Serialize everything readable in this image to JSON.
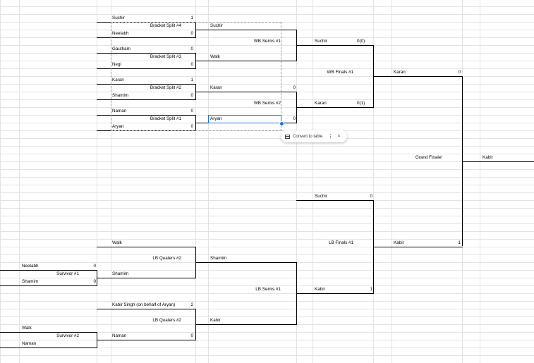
{
  "bracket": {
    "r1": {
      "p1": {
        "name": "Suchir",
        "score": "1"
      },
      "s1": "Bracket Split #4",
      "p2": {
        "name": "Neelabh",
        "score": "0"
      },
      "p3": {
        "name": "Gautham",
        "score": "0"
      },
      "s2": "Bracket Split #3",
      "p4": {
        "name": "Negi",
        "score": "0"
      },
      "p5": {
        "name": "Karan",
        "score": "1"
      },
      "s3": "Bracket Split #2",
      "p6": {
        "name": "Shamim",
        "score": "0"
      },
      "p7": {
        "name": "Naman",
        "score": "0"
      },
      "s4": "Bracket Split #1",
      "p8": {
        "name": "Aryan",
        "score": "0"
      }
    },
    "wb_semis": {
      "a": {
        "name": "Suchir"
      },
      "label1": "WB Semis #1",
      "b": {
        "name": "Walk"
      },
      "c": {
        "name": "Karan",
        "score": "0"
      },
      "label2": "WB Semis #2",
      "d": {
        "name": "Aryan",
        "score": "0"
      }
    },
    "wb_finals": {
      "a": {
        "name": "Suchir",
        "score": "0(0)"
      },
      "label": "WB Finals #1",
      "b": {
        "name": "Karan",
        "score": "0(1)"
      }
    },
    "gf_top": {
      "name": "Karan",
      "score": "0"
    },
    "grand_finale": "Grand Finale!",
    "champion": "Kabir",
    "lb_finals": {
      "a": {
        "name": "Suchir",
        "score": "0"
      },
      "label": "LB Finals #1",
      "b": {
        "name": "Kabir",
        "score": "1"
      }
    },
    "lb_gf": {
      "name": "Kabir",
      "score": "1"
    },
    "lb_semis": {
      "a": {
        "name": "Shamim"
      },
      "label": "LB Semis #1",
      "b": {
        "name": "Kabir"
      }
    },
    "lb_quarters": {
      "q1a": {
        "name": "Walk"
      },
      "label1": "LB Quaters #2",
      "q1b": {
        "name": "Shamim"
      },
      "q2a": {
        "name": "Kabir Singh (on behalf of Aryan)",
        "score": "2"
      },
      "label2": "LB Quaters #2",
      "q2b": {
        "name": "Naman",
        "score": "0"
      }
    },
    "survivor": {
      "a": {
        "name": "Neelabh",
        "score": "0"
      },
      "label1": "Survivor #1",
      "b": {
        "name": "Shamim",
        "score": "0"
      },
      "c": {
        "name": "Walk"
      },
      "label2": "Survivor #2",
      "d": {
        "name": "Naman"
      }
    }
  },
  "smart_chip": {
    "label": "Convert to table",
    "icon": "table-icon",
    "more": "⋮",
    "close": "×"
  },
  "colors": {
    "selection": "#1a73e8",
    "grid": "#e3e3e3"
  }
}
